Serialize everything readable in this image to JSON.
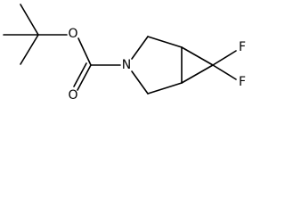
{
  "molecule": {
    "atoms": {
      "ester_oxygen": "O",
      "carbonyl_oxygen": "O",
      "nitrogen": "N",
      "fluorine_top": "F",
      "fluorine_bottom": "F"
    }
  }
}
